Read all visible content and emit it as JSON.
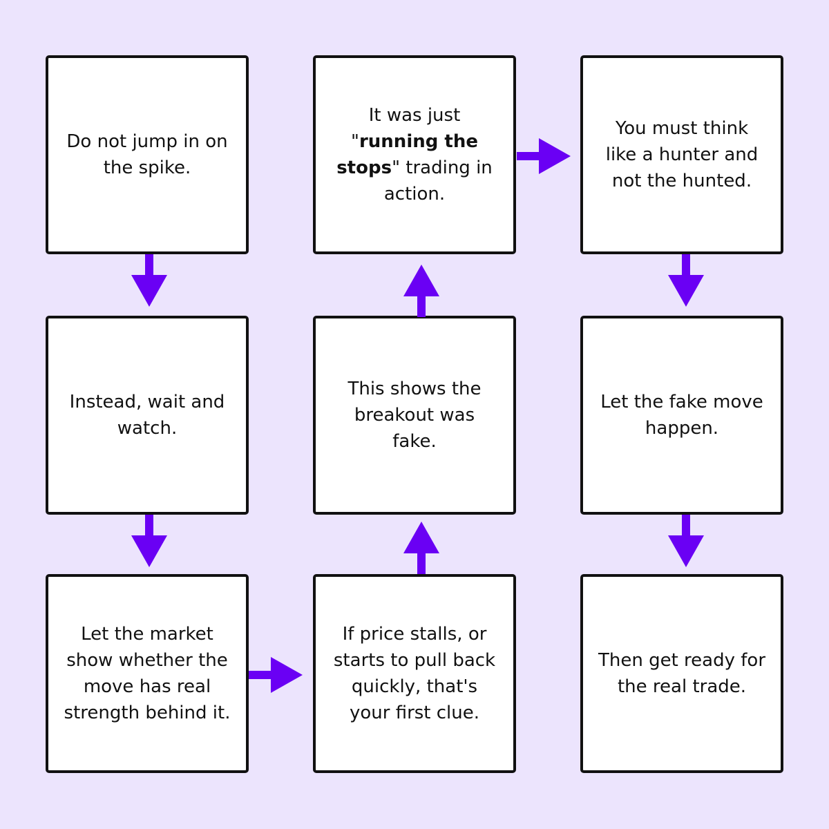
{
  "colors": {
    "background": "#ece4fd",
    "box_fill": "#ffffff",
    "box_border": "#111111",
    "arrow": "#6a00f4",
    "text": "#111111"
  },
  "steps": [
    {
      "text": "Do not jump in on the spike."
    },
    {
      "text": "Instead, wait and watch."
    },
    {
      "text": "Let the market show whether the move has real strength behind it."
    },
    {
      "text": "If price stalls, or starts to pull back quickly, that's your first clue."
    },
    {
      "text": "This shows the breakout was fake."
    },
    {
      "text_before": "It was just \"",
      "text_bold": "running the stops",
      "text_after": "\" trading in action."
    },
    {
      "text": "You must think like a hunter and not the hunted."
    },
    {
      "text": "Let the fake move happen."
    },
    {
      "text": "Then get ready for the real trade."
    }
  ]
}
